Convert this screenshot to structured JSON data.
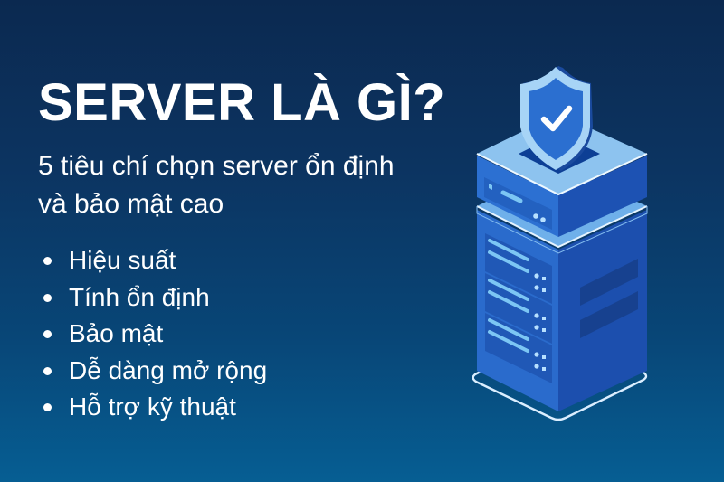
{
  "heading": {
    "title": "SERVER LÀ GÌ?",
    "subtitle_line1": "5 tiêu chí chọn server ổn định",
    "subtitle_line2": "và bảo mật cao"
  },
  "criteria": [
    {
      "label": "Hiệu suất"
    },
    {
      "label": "Tính ổn định"
    },
    {
      "label": "Bảo mật"
    },
    {
      "label": "Dễ dàng mở rộng"
    },
    {
      "label": "Hỗ trợ kỹ thuật"
    }
  ],
  "illustration": {
    "subject": "server-tower-with-shield",
    "icons": [
      "shield-check-icon",
      "server-icon"
    ]
  },
  "colors": {
    "bg_top": "#0b2950",
    "bg_bottom": "#065e93",
    "text": "#ffffff",
    "server_face_left": "#2c6fd0",
    "server_face_right": "#1d4fb0",
    "server_top": "#8cc4f0",
    "accent_light": "#7cc6f4"
  }
}
